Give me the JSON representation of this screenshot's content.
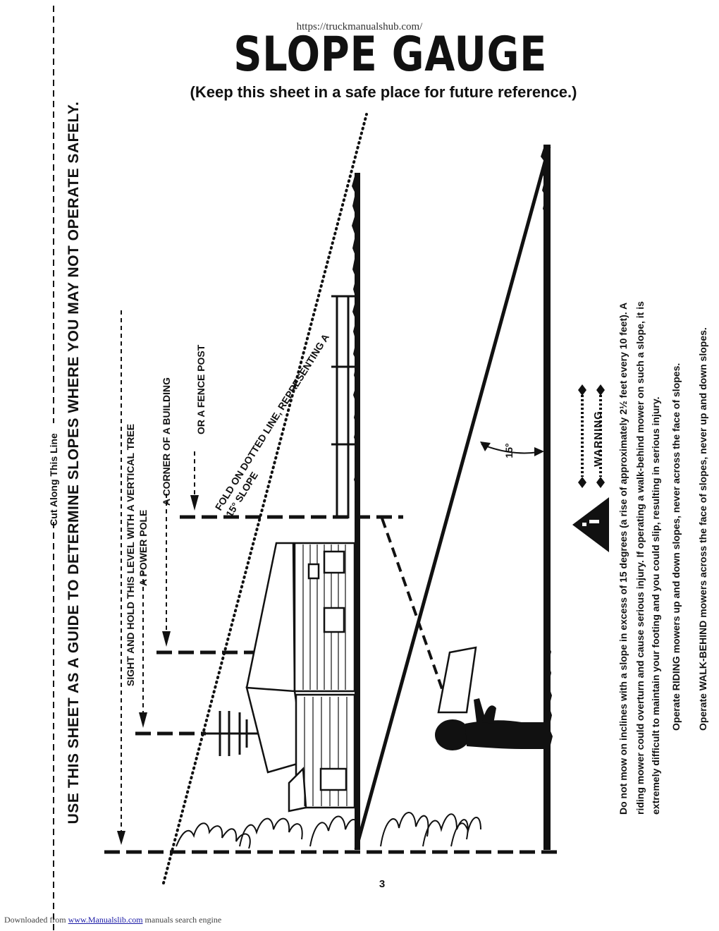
{
  "header": {
    "url": "https://truckmanualshub.com/",
    "title": "SLOPE GAUGE",
    "subtitle": "(Keep this sheet in a safe place for future reference.)"
  },
  "side_heading": "USE THIS SHEET AS A GUIDE TO DETERMINE SLOPES WHERE YOU MAY NOT OPERATE SAFELY.",
  "cut_line_label": "Cut Along This Line",
  "diagram": {
    "sight_label": "SIGHT AND HOLD THIS LEVEL WITH A VERTICAL TREE",
    "pole_label": "A POWER POLE",
    "building_label": "A CORNER OF A BUILDING",
    "fence_label": "OR A FENCE POST",
    "fold_label": "FOLD ON DOTTED LINE, REPRESENTING A 15° SLOPE",
    "angle_label": "15°"
  },
  "warning": {
    "badge": "WARNING",
    "icon": "warning-triangle-icon",
    "line1": "Do not mow on inclines with a slope in excess of 15 degrees (a rise of approximately 2½ feet every 10 feet). A",
    "line2": "riding mower could overturn and cause serious injury. If operating a walk-behind mower on such a slope, it is",
    "line3": "extremely difficult to maintain your footing and you could slip, resulting in serious injury.",
    "op_riding": "Operate RIDING mowers up and down slopes, never across the face of slopes.",
    "op_walk": "Operate WALK-BEHIND mowers across the face of slopes, never up and down slopes."
  },
  "page_number": "3",
  "footer": {
    "prefix": "Downloaded from",
    "link": "www.Manualslib.com",
    "suffix": "manuals search engine"
  }
}
